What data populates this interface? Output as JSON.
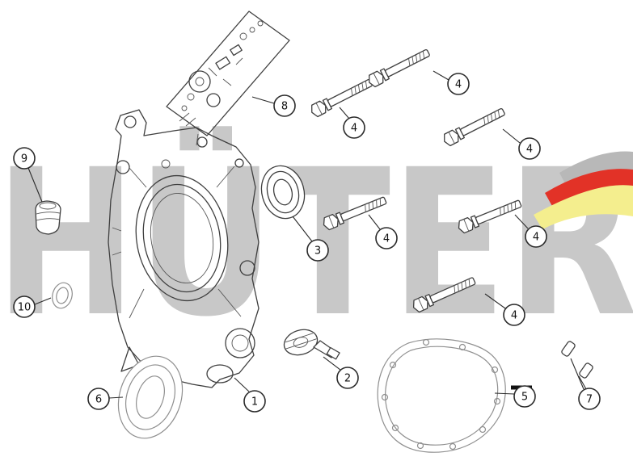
{
  "watermark": {
    "text": "HÜTER"
  },
  "callouts": {
    "c1": "1",
    "c2": "2",
    "c3": "3",
    "c4": "4",
    "c5": "5",
    "c6": "6",
    "c7": "7",
    "c8": "8",
    "c9": "9",
    "c10": "10"
  },
  "parts": {
    "p1": "crankcase-cover",
    "p2": "oil-filler-dipstick",
    "p3": "bearing",
    "p4": "flange-bolt",
    "p5": "cover-gasket",
    "p6": "oil-seal",
    "p7": "dowel-pin",
    "p8": "governor-parts-sheet",
    "p9": "breather-cap",
    "p10": "seal-ring"
  },
  "colors": {
    "watermark": "#c8c8c8",
    "logo_gray": "#b8b8b8",
    "logo_red": "#e23227",
    "logo_yellow": "#f4ee8e"
  }
}
